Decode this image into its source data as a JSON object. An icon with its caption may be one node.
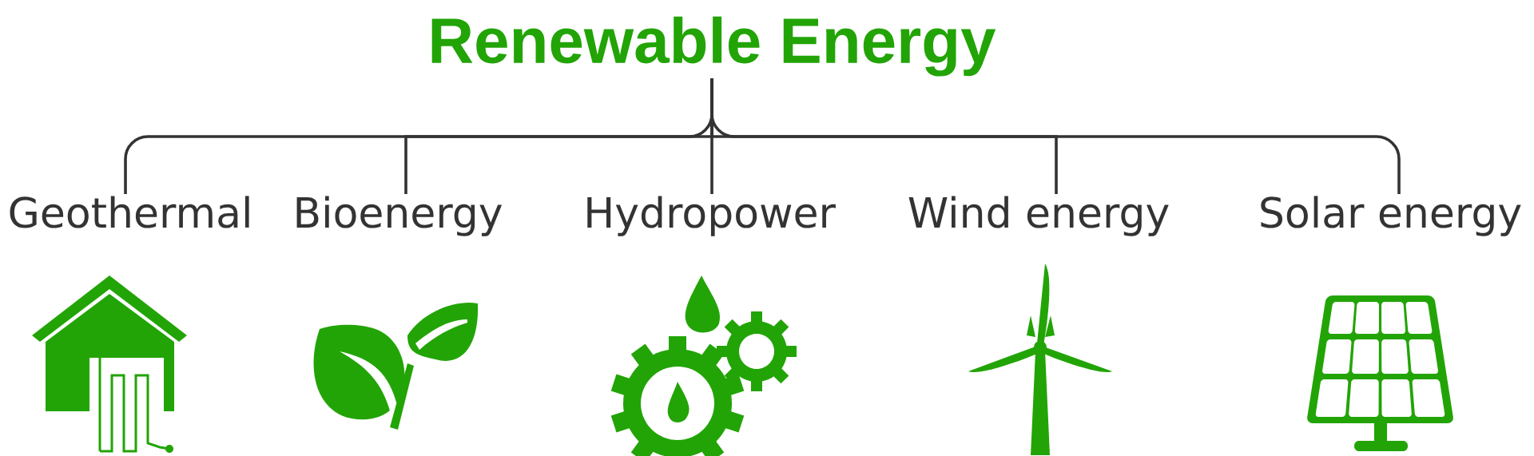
{
  "diagram": {
    "nodes": [
      {
        "text": [
          "Renewable Energy"
        ]
      },
      {
        "text": [
          "Geothermal"
        ]
      },
      {
        "text": [
          "Bioenergy"
        ]
      },
      {
        "text": [
          "Hydropower"
        ]
      },
      {
        "text": [
          "Wind energy"
        ]
      },
      {
        "text": [
          "Solar energy"
        ]
      }
    ],
    "edges": [
      {
        "from": 0,
        "to": 1,
        "arrow": "none"
      },
      {
        "from": 0,
        "to": 2,
        "arrow": "none"
      },
      {
        "from": 0,
        "to": 3,
        "arrow": "none"
      },
      {
        "from": 0,
        "to": 4,
        "arrow": "none"
      },
      {
        "from": 0,
        "to": 5,
        "arrow": "none"
      }
    ]
  }
}
